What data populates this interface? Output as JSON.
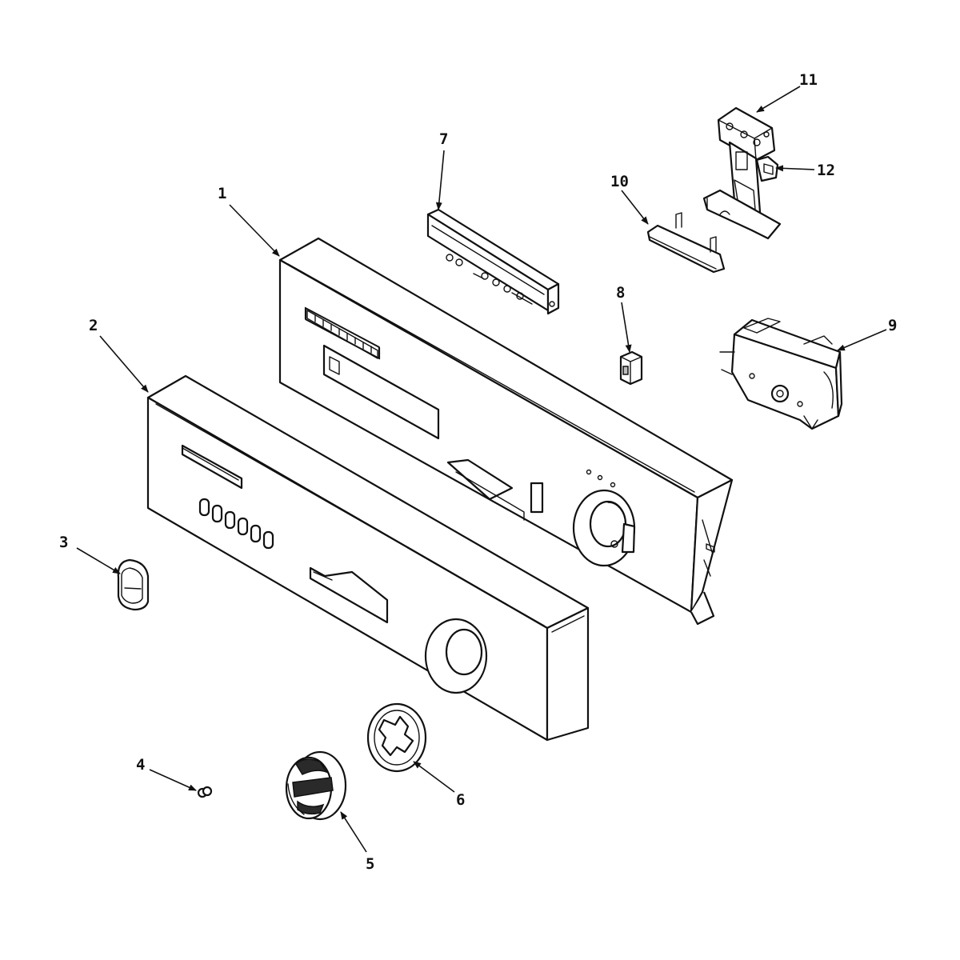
{
  "callouts": [
    {
      "id": "1",
      "part": "rear-console-panel"
    },
    {
      "id": "2",
      "part": "front-console-panel"
    },
    {
      "id": "3",
      "part": "push-button"
    },
    {
      "id": "4",
      "part": "small-fastener"
    },
    {
      "id": "5",
      "part": "dial-knob"
    },
    {
      "id": "6",
      "part": "knob-bezel"
    },
    {
      "id": "7",
      "part": "switch-bracket"
    },
    {
      "id": "8",
      "part": "clip"
    },
    {
      "id": "9",
      "part": "timer-module"
    },
    {
      "id": "10",
      "part": "door-latch-handle"
    },
    {
      "id": "11",
      "part": "door-latch-assembly"
    },
    {
      "id": "12",
      "part": "latch-switch"
    }
  ]
}
